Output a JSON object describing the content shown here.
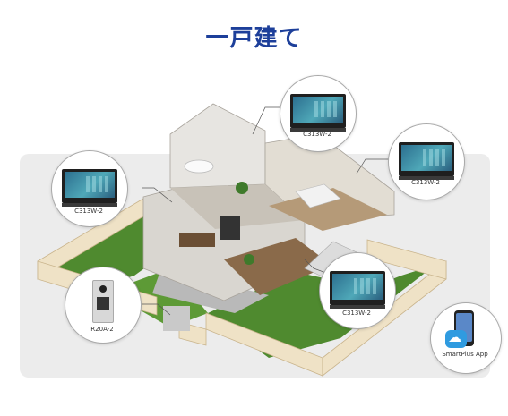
{
  "title": "一戸建て",
  "devices": [
    {
      "label": "C313W-2",
      "type": "indoor-monitor"
    },
    {
      "label": "C313W-2",
      "type": "indoor-monitor"
    },
    {
      "label": "C313W-2",
      "type": "indoor-monitor"
    },
    {
      "label": "C313W-2",
      "type": "indoor-monitor"
    },
    {
      "label": "R20A-2",
      "type": "door-station"
    },
    {
      "label": "SmartPlus App",
      "type": "mobile-app"
    }
  ],
  "colors": {
    "title": "#1d3f9a",
    "lawn": "#4f8a2f",
    "fence": "#efe2c6",
    "ground": "#ececec"
  }
}
